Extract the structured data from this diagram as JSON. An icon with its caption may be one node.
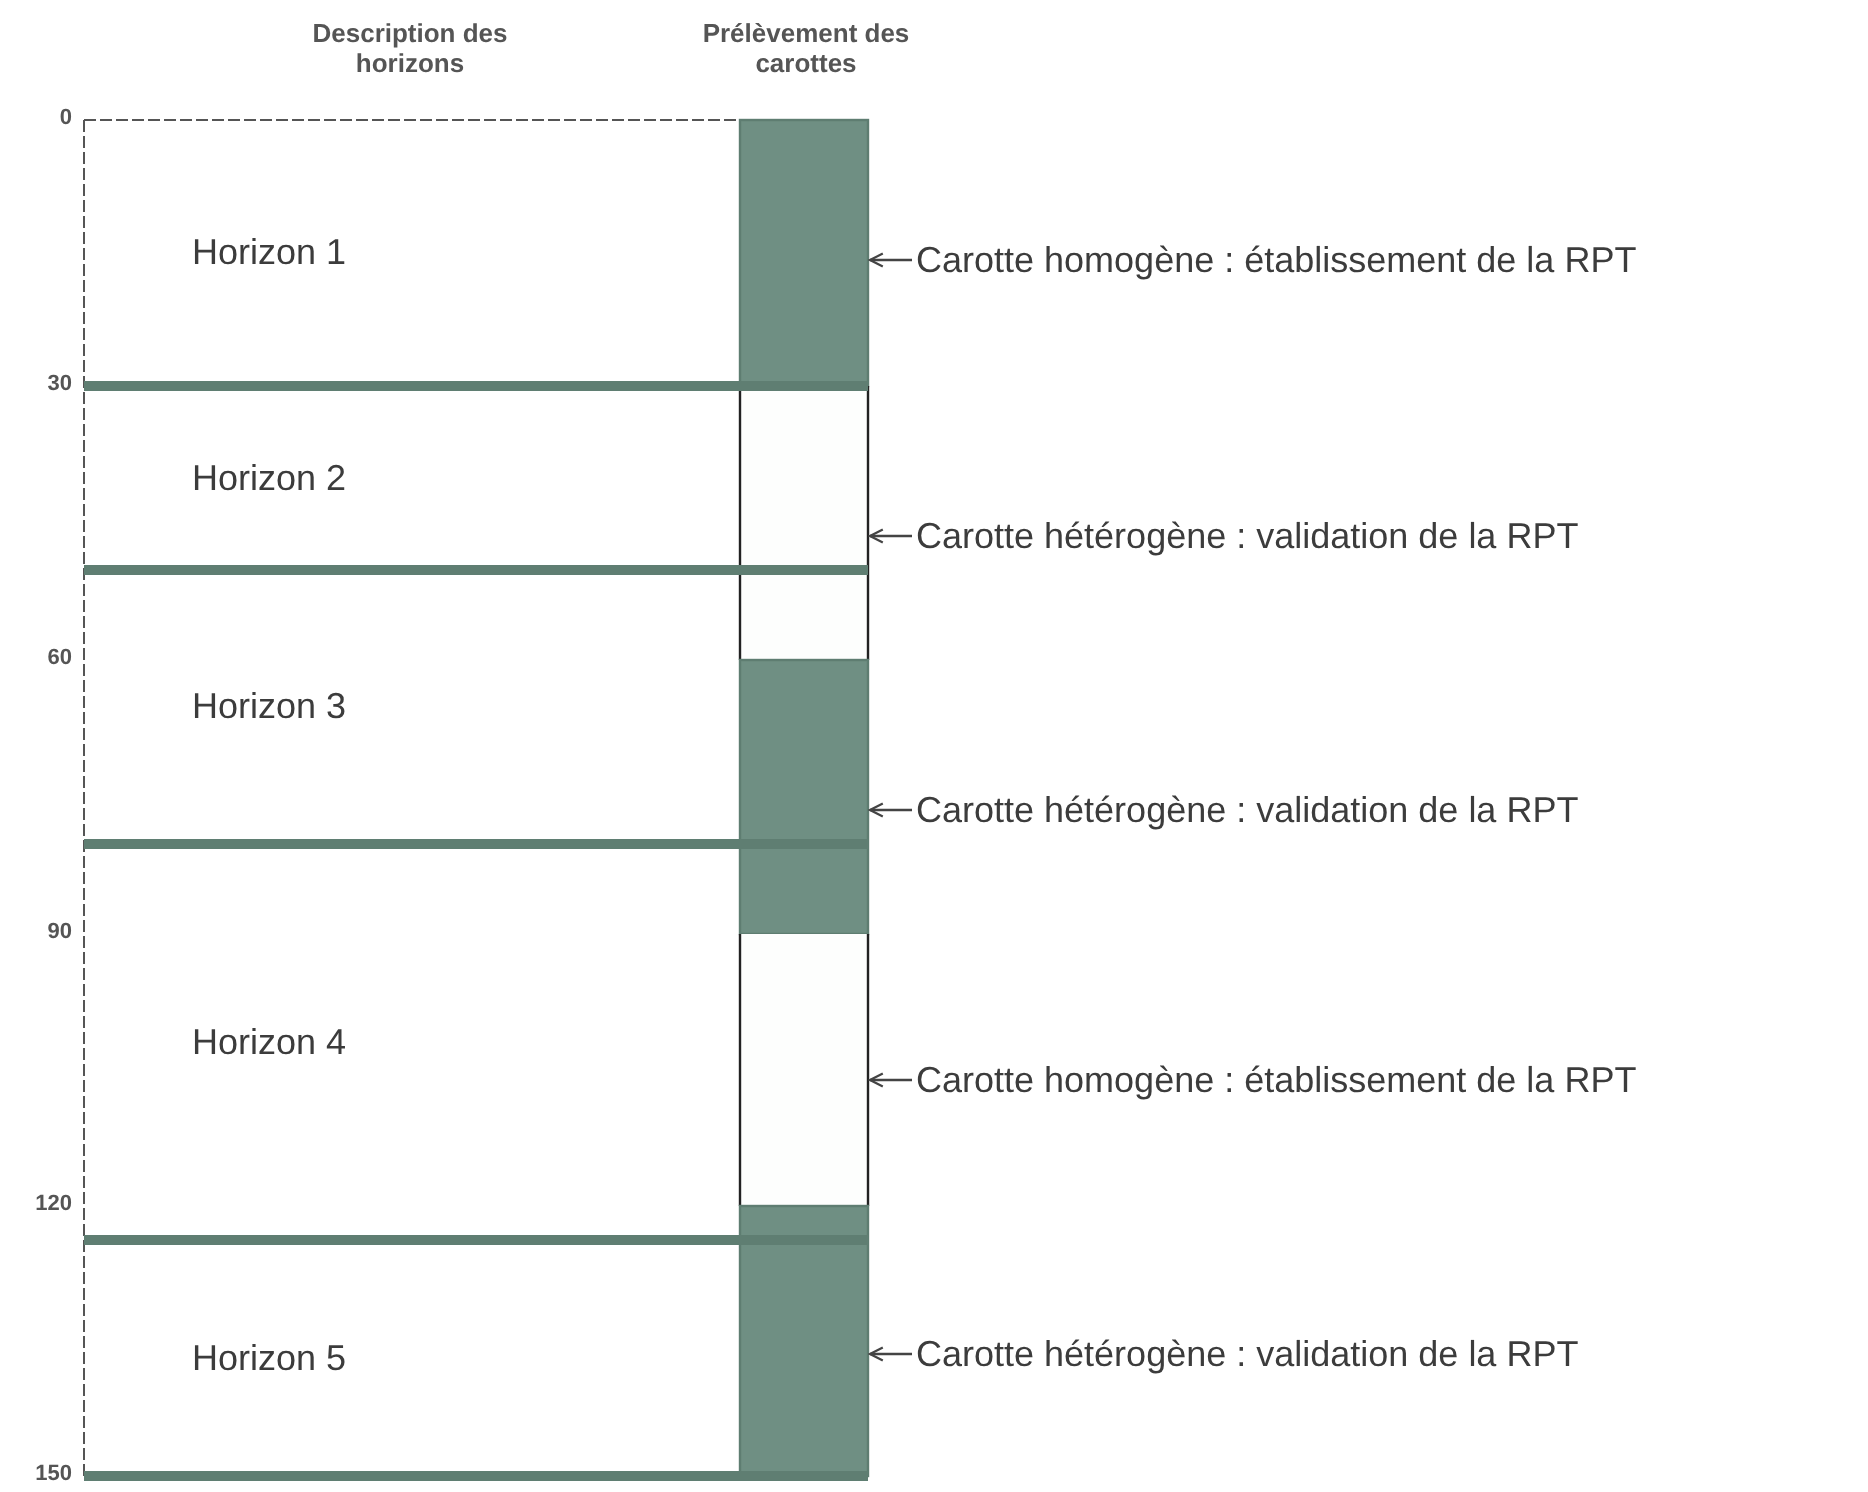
{
  "diagram": {
    "nodes": [
      {
        "text": [
          "Horizon 1"
        ]
      },
      {
        "text": [
          "Horizon 2"
        ]
      },
      {
        "text": [
          "Horizon 3"
        ]
      },
      {
        "text": [
          "Horizon 4"
        ]
      },
      {
        "text": [
          "Horizon 5"
        ]
      },
      {
        "text": [],
        "shape": "box"
      },
      {
        "text": [],
        "shape": "box"
      },
      {
        "text": [],
        "shape": "box"
      },
      {
        "text": [],
        "shape": "box"
      },
      {
        "text": [],
        "shape": "box"
      },
      {
        "text": [
          "Carotte homogène : établissement de la RPT"
        ]
      },
      {
        "text": [
          "Carotte hétérogène : validation de la RPT"
        ]
      },
      {
        "text": [
          "Carotte hétérogène : validation de la RPT"
        ]
      },
      {
        "text": [
          "Carotte homogène : établissement de la RPT"
        ]
      },
      {
        "text": [
          "Carotte hétérogène : validation de la RPT"
        ]
      }
    ],
    "edges": [
      {
        "from": 10,
        "to": 5,
        "arrow": "to"
      },
      {
        "from": 11,
        "to": 6,
        "arrow": "to"
      },
      {
        "from": 12,
        "to": 7,
        "arrow": "to"
      },
      {
        "from": 13,
        "to": 8,
        "arrow": "to"
      },
      {
        "from": 14,
        "to": 9,
        "arrow": "to"
      }
    ],
    "labels": [
      "Description des horizons",
      "Prélèvement des carottes",
      "0",
      "30",
      "60",
      "90",
      "120",
      "150"
    ]
  }
}
